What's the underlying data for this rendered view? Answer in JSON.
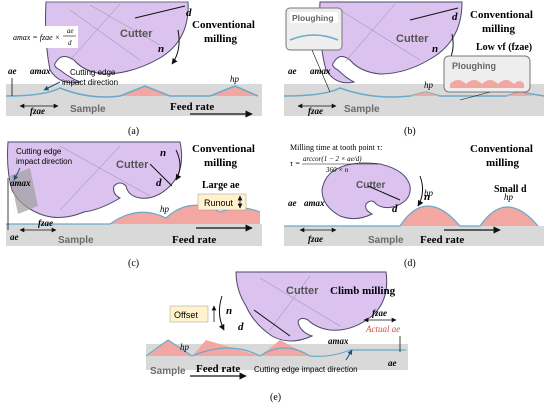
{
  "colors": {
    "sample": "#d9d9d9",
    "sample_edge": "#6aa9c9",
    "cutter": "#dcc3ef",
    "cutter_edge": "#4a4a6a",
    "ridge": "#f2a7a2",
    "ridge_dark": "#e87b74",
    "offset_box": "#fff2cc",
    "actual_ae": "#e0483b"
  },
  "panels": {
    "a": {
      "caption": "(a)",
      "title_line1": "Conventional",
      "title_line2": "milling",
      "cutter": "Cutter",
      "sample": "Sample",
      "feed": "Feed rate",
      "formula_lhs": "amax = fzae ×",
      "formula_num": "ae",
      "formula_den": "d",
      "impact": "Cutting edge",
      "impact2": "impact direction",
      "ae": "ae",
      "amax": "amax",
      "fzae": "fzae",
      "hp": "hp",
      "d": "d",
      "n": "n"
    },
    "b": {
      "caption": "(b)",
      "title_line1": "Conventional",
      "title_line2": "milling",
      "cutter": "Cutter",
      "sample": "Sample",
      "low": "Low vf (fzae)",
      "ploughing1": "Ploughing",
      "ploughing2": "Ploughing",
      "ae": "ae",
      "amax": "amax",
      "fzae": "fzae",
      "hp": "hp",
      "d": "d",
      "n": "n"
    },
    "c": {
      "caption": "(c)",
      "title_line1": "Conventional",
      "title_line2": "milling",
      "cutter": "Cutter",
      "sample": "Sample",
      "feed": "Feed rate",
      "impact": "Cutting edge",
      "impact2": "impact direction",
      "large": "Large ae",
      "runout": "Runout",
      "ae": "ae",
      "amax": "amax",
      "fzae": "fzae",
      "hp": "hp",
      "d": "d",
      "n": "n"
    },
    "d": {
      "caption": "(d)",
      "title_line1": "Conventional",
      "title_line2": "milling",
      "cutter": "Cutter",
      "sample": "Sample",
      "feed": "Feed rate",
      "milltime": "Milling time at tooth point τ:",
      "tau_num": "arccor(1 − 2 × ae/d)",
      "tau_den": "360 × n",
      "tau_lhs": "τ =",
      "small": "Small d",
      "ae": "ae",
      "amax": "amax",
      "fzae": "fzae",
      "hp1": "hp",
      "hp2": "hp",
      "d": "d",
      "n": "n"
    },
    "e": {
      "caption": "(e)",
      "title": "Climb  milling",
      "cutter": "Cutter",
      "sample": "Sample",
      "feed": "Feed rate",
      "impact": "Cutting edge impact direction",
      "offset": "Offset",
      "actual": "Actual ae",
      "ae": "ae",
      "amax": "amax",
      "fzae": "fzae",
      "hp": "hp",
      "d": "d",
      "n": "n"
    }
  }
}
